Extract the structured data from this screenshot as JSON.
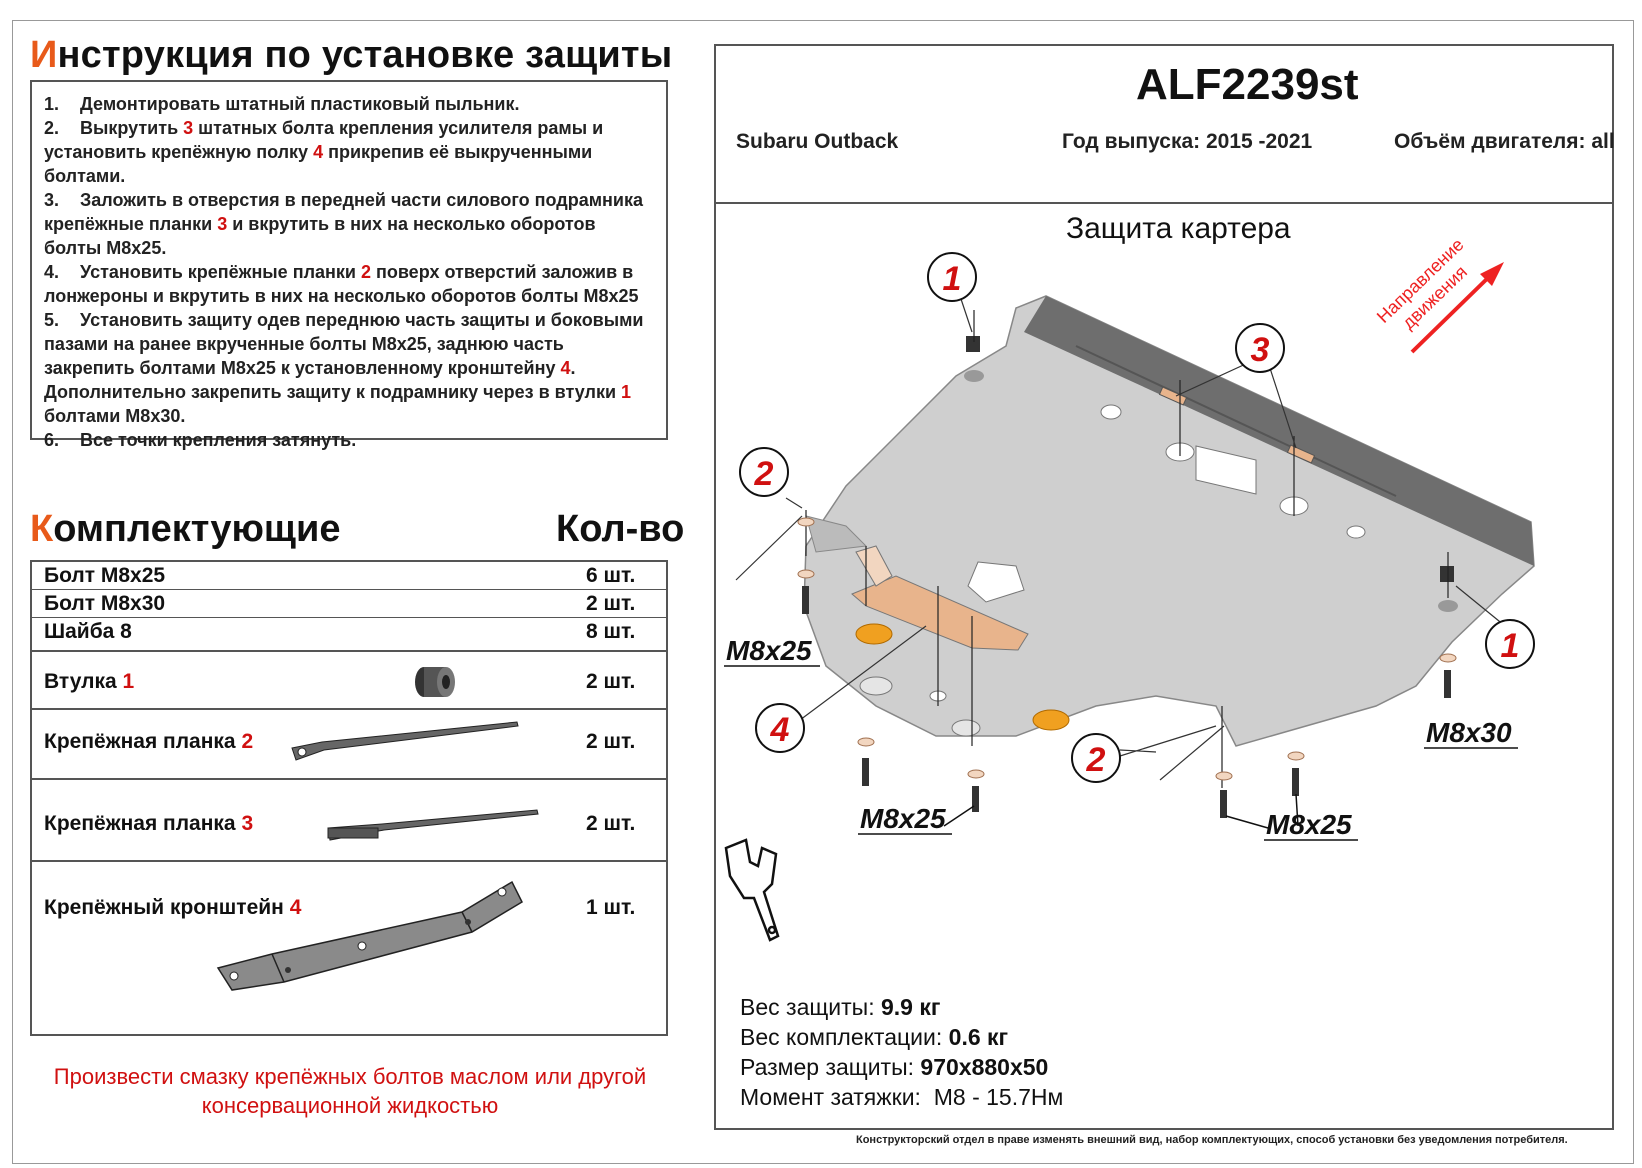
{
  "instructions": {
    "title_cap": "И",
    "title_rest": "нструкция по установке защиты",
    "steps": [
      {
        "num": "1.",
        "segments": [
          "Демонтировать штатный пластиковый пыльник."
        ]
      },
      {
        "num": "2.",
        "segments": [
          "Выкрутить ",
          "3",
          " штатных болта крепления усилителя рамы и установить крепёжную полку ",
          "4",
          " прикрепив её выкрученными болтами."
        ]
      },
      {
        "num": "3.",
        "segments": [
          "Заложить в отверстия в передней части силового подрамника крепёжные планки ",
          "3",
          " и вкрутить в них на несколько оборотов болты М8х25."
        ]
      },
      {
        "num": "4.",
        "segments": [
          "Установить крепёжные планки ",
          "2",
          " поверх отверстий заложив в лонжероны и вкрутить в них на несколько оборотов болты М8х25"
        ]
      },
      {
        "num": "5.",
        "segments": [
          "Установить защиту одев переднюю часть защиты и боковыми пазами на ранее вкрученные болты М8х25, заднюю часть закрепить болтами М8х25 к установленному кронштейну ",
          "4",
          ". Дополнительно закрепить защиту к подрамнику через в втулки ",
          "1",
          " болтами М8х30."
        ]
      },
      {
        "num": "6.",
        "segments": [
          "Все точки крепления затянуть."
        ]
      }
    ]
  },
  "parts": {
    "title_cap": "К",
    "title_rest": "омплектующие",
    "qty_header": "Кол-во",
    "rows": [
      {
        "name": "Болт М8х25",
        "num": "",
        "qty": "6 шт."
      },
      {
        "name": "Болт М8х30",
        "num": "",
        "qty": "2 шт."
      },
      {
        "name": "Шайба 8",
        "num": "",
        "qty": "8 шт."
      },
      {
        "name": "Втулка ",
        "num": "1",
        "qty": "2 шт."
      },
      {
        "name": "Крепёжная планка ",
        "num": "2",
        "qty": "2 шт."
      },
      {
        "name": "Крепёжная планка ",
        "num": "3",
        "qty": "2 шт."
      },
      {
        "name": "Крепёжный кронштейн ",
        "num": "4",
        "qty": "1 шт."
      }
    ]
  },
  "note": "Произвести смазку крепёжных болтов маслом или другой консервационной жидкостью",
  "header": {
    "model": "ALF2239st",
    "car": "Subaru Outback",
    "year": "Год выпуска: 2015 -2021",
    "engine": "Объём двигателя: all"
  },
  "diagram": {
    "title": "Защита картера",
    "direction": [
      "Направление",
      "движения"
    ],
    "callouts": [
      "1",
      "3",
      "2",
      "1",
      "4",
      "2"
    ],
    "bolt_labels": [
      "M8x25",
      "M8x30",
      "M8x25",
      "M8x25"
    ]
  },
  "specs": {
    "weight_label": "Вес защиты:",
    "weight_value": "9.9 кг",
    "kit_label": "Вес комплектации:",
    "kit_value": "0.6 кг",
    "size_label": "Размер защиты:",
    "size_value": "970x880x50",
    "torque_label": "Момент затяжки:",
    "torque_value": "М8 - 15.7Нм"
  },
  "disclaimer": "Конструкторский отдел в праве изменять внешний вид, набор комплектующих, способ установки без уведомления потребителя.",
  "colors": {
    "accent": "#e85a1a",
    "red": "#d01010",
    "plate": "#c8c8c8",
    "bracket": "#e8b48c"
  }
}
